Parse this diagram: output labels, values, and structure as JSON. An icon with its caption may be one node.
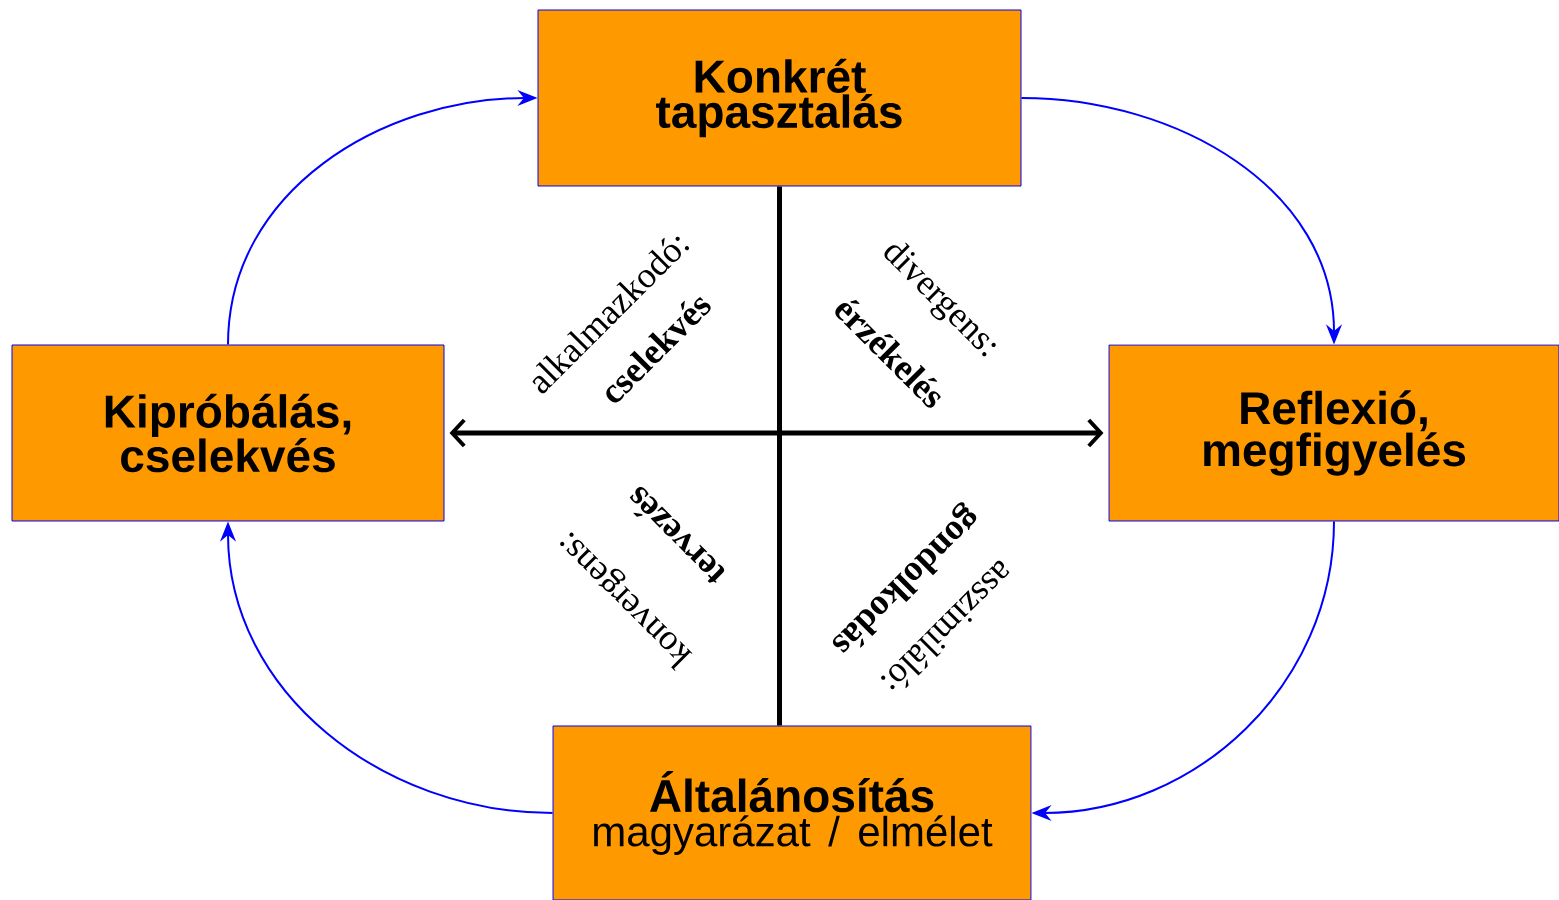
{
  "diagram": {
    "nodes": [
      {
        "text": [
          "Konkrét tapasztalás"
        ]
      },
      {
        "text": [
          "Reflexió, megfigyelés"
        ]
      },
      {
        "text": [
          "Általánosítás",
          "magyarázat / elmélet"
        ]
      },
      {
        "text": [
          "Kipróbálás, cselekvés"
        ]
      }
    ],
    "edges": [
      {
        "from": 0,
        "to": 1,
        "arrow": "to"
      },
      {
        "from": 1,
        "to": 2,
        "arrow": "to"
      },
      {
        "from": 2,
        "to": 3,
        "arrow": "to"
      },
      {
        "from": 3,
        "to": 0,
        "arrow": "to"
      },
      {
        "from": 0,
        "to": 2,
        "arrow": "none",
        "style": "thick",
        "color": "#000000"
      },
      {
        "from": 3,
        "to": 1,
        "arrow": "both",
        "style": "thick",
        "color": "#000000"
      }
    ],
    "labels": [
      "alkalmazkodó:",
      "cselekvés",
      "divergens:",
      "érzékelés",
      "tervezés",
      "konvergens:",
      "gondolkodás",
      "asszimiláló:"
    ]
  }
}
